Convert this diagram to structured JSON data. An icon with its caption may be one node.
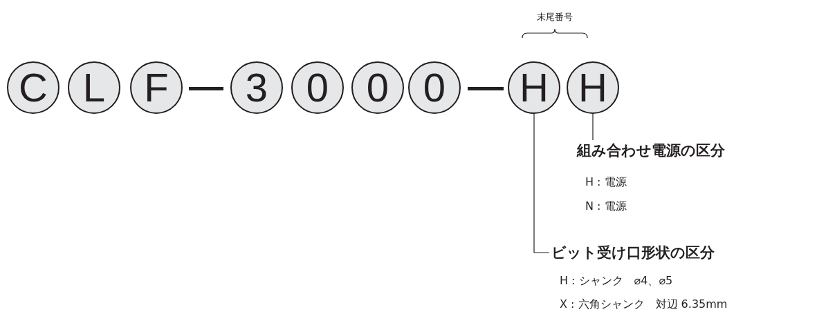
{
  "diagram": {
    "nodes": [
      {
        "text": [
          "C"
        ]
      },
      {
        "text": [
          "L"
        ]
      },
      {
        "text": [
          "F"
        ]
      },
      {
        "text": [
          "3"
        ]
      },
      {
        "text": [
          "0"
        ]
      },
      {
        "text": [
          "0"
        ]
      },
      {
        "text": [
          "0"
        ]
      },
      {
        "text": [
          "H"
        ]
      },
      {
        "text": [
          "H"
        ]
      },
      {
        "text": [
          "組み合わせ電源の区分",
          "H : 電源",
          "N : 電源"
        ]
      },
      {
        "text": [
          "ビット受け口形状の区分",
          "H : シャンク　⌀4、⌀5",
          "X : 六角シャンク　対辺 6.35mm"
        ]
      }
    ],
    "edges": [
      {
        "from": 8,
        "to": 9,
        "arrow": "none"
      },
      {
        "from": 7,
        "to": 10,
        "arrow": "none"
      }
    ],
    "labels": [
      "末尾番号"
    ]
  }
}
